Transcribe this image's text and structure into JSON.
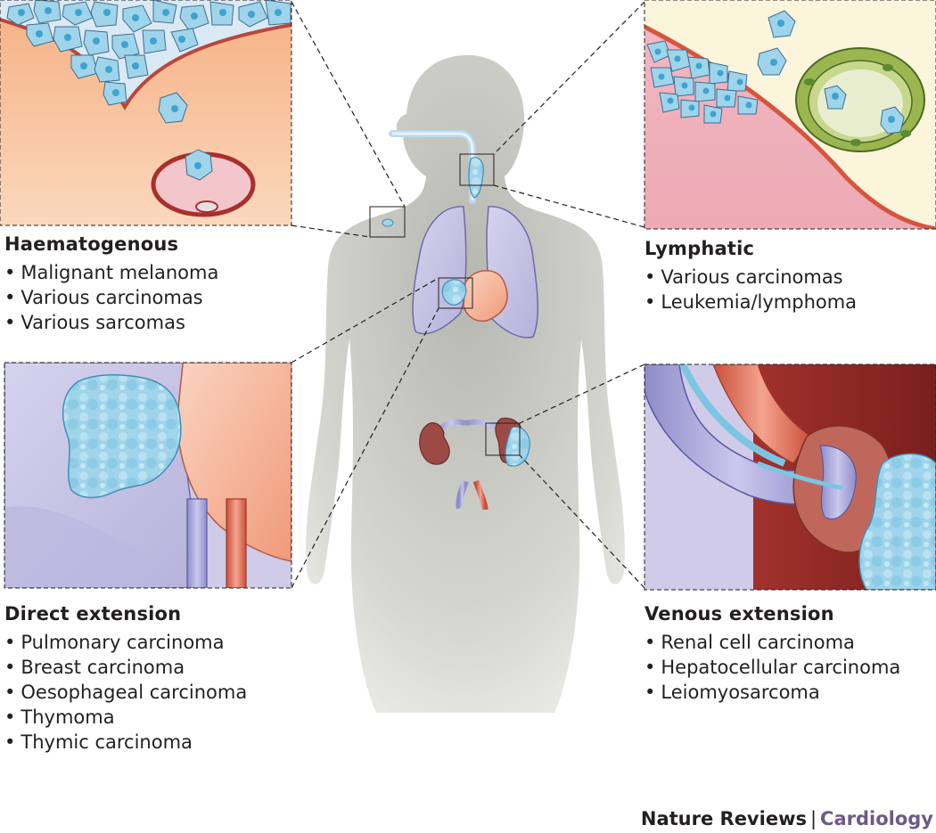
{
  "captions": {
    "haematogenous": {
      "title": "Haematogenous",
      "items": [
        "Malignant melanoma",
        "Various carcinomas",
        "Various sarcomas"
      ]
    },
    "lymphatic": {
      "title": "Lymphatic",
      "items": [
        "Various carcinomas",
        "Leukemia/lymphoma"
      ]
    },
    "direct_extension": {
      "title": "Direct extension",
      "items": [
        "Pulmonary carcinoma",
        "Breast carcinoma",
        "Oesophageal carcinoma",
        "Thymoma",
        "Thymic carcinoma"
      ]
    },
    "venous_extension": {
      "title": "Venous extension",
      "items": [
        "Renal cell carcinoma",
        "Hepatocellular carcinoma",
        "Leiomyosarcoma"
      ]
    }
  },
  "footer": {
    "journal": "Nature Reviews",
    "separator": "|",
    "section": "Cardiology"
  },
  "colors": {
    "body_silhouette": "#a9aaa3",
    "tumour_cell": "#9fd4ea",
    "tumour_nucleus": "#3fa3cf",
    "lung": "#c7c3e4",
    "heart": "#f5b79a",
    "artery": "#e2735b",
    "vein": "#a7a6da",
    "kidney": "#9b4a45",
    "section_accent": "#6e5a86"
  }
}
